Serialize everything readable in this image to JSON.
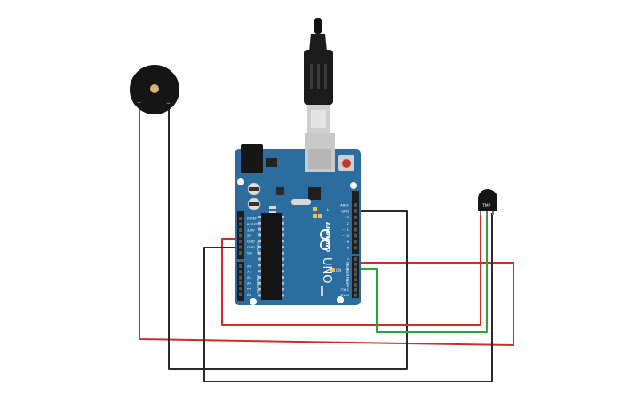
{
  "board": {
    "brand": "ARDUINO",
    "model": "UNO",
    "digital_header": "DIGITAL (PWM~)",
    "analog_header": "ANALOG IN",
    "power_header": "POWER",
    "led_on": "ON",
    "led_tx": "TX",
    "led_rx": "RX",
    "led_l": "L",
    "power_pins": [
      "IOREF",
      "RESET",
      "3.3V",
      "5V",
      "GND",
      "GND",
      "Vin"
    ],
    "analog_pins": [
      "A0",
      "A1",
      "A2",
      "A3",
      "A4",
      "A5"
    ],
    "top_pins": [
      "AREF",
      "GND",
      "13",
      "12",
      "~11",
      "~10",
      "~9",
      "8"
    ],
    "bottom_pins": [
      "7",
      "~6",
      "~5",
      "4",
      "~3",
      "2",
      "TX▸1",
      "RX◂0"
    ]
  },
  "sensor": {
    "label": "TMP"
  },
  "buzzer": {
    "plus": "+",
    "minus": "−"
  },
  "colors": {
    "board": "#2a6d9e",
    "wire_red": "#d52a2a",
    "wire_green": "#2ea43a",
    "wire_black": "#2b2b2b",
    "header": "#1e1e1e"
  }
}
